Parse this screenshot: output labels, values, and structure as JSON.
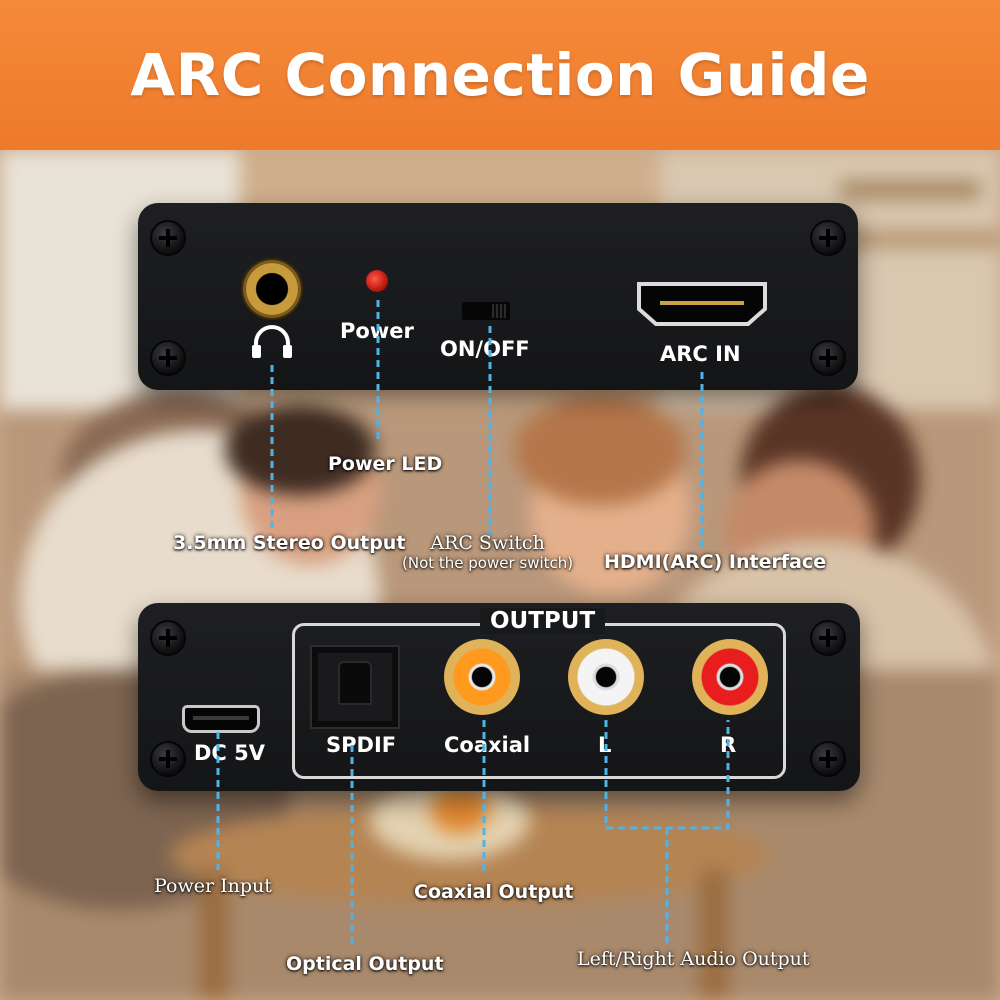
{
  "header": {
    "title": "ARC Connection Guide"
  },
  "top_panel": {
    "power_label": "Power",
    "switch_label": "ON/OFF",
    "arc_label": "ARC IN"
  },
  "bottom_panel": {
    "output_title": "OUTPUT",
    "dc_label": "DC 5V",
    "spdif_label": "SPDIF",
    "coaxial_label": "Coaxial",
    "left_label": "L",
    "right_label": "R"
  },
  "callouts": {
    "power_led": "Power LED",
    "stereo_output": "3.5mm Stereo Output",
    "arc_switch": "ARC Switch",
    "arc_switch_note": "(Not the power switch)",
    "hdmi_interface": "HDMI(ARC) Interface",
    "power_input": "Power Input",
    "coaxial_output": "Coaxial Output",
    "optical_output": "Optical Output",
    "lr_output": "Left/Right Audio Output"
  },
  "colors": {
    "header_bg": "#f58a3a",
    "callout_line": "#4fb3e6",
    "panel_bg": "#1a1b1e",
    "coax_ring": "#ff9a1e",
    "right_ring": "#e81e1e"
  },
  "icons": {
    "headphone": "headphone-icon",
    "led": "led-indicator",
    "hdmi": "hdmi-port-icon"
  }
}
